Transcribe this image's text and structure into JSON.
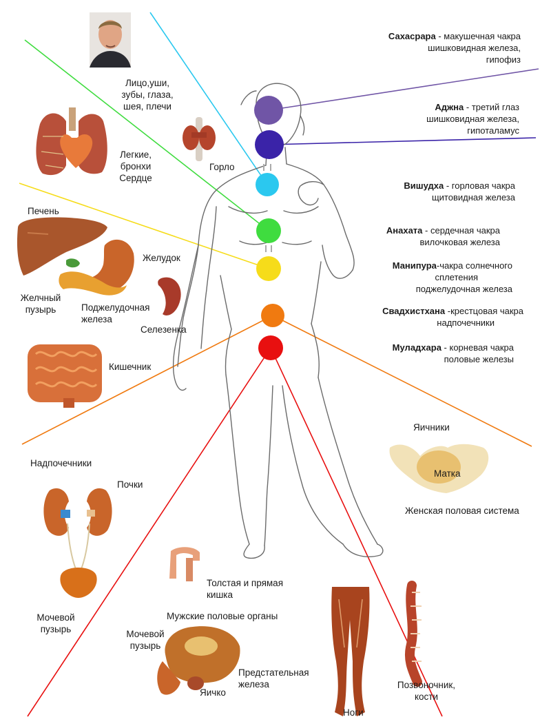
{
  "chakras": [
    {
      "name": "Сахасрара",
      "desc": " - макушечная чакра",
      "line2": "шишковидная железа,",
      "line3": "гипофиз",
      "color": "#7055a6"
    },
    {
      "name": "Аджна",
      "desc": " - третий глаз",
      "line2": "шишковидная железа,",
      "line3": "гипоталамус",
      "color": "#3a23a8"
    },
    {
      "name": "Вишудха",
      "desc": " - горловая чакра",
      "line2": "щитовидная железа",
      "line3": "",
      "color": "#2bc8ef"
    },
    {
      "name": "Анахата",
      "desc": " - сердечная чакра",
      "line2": "вилочковая железа",
      "line3": "",
      "color": "#3fdc3f"
    },
    {
      "name": "Манипура",
      "desc": "-чакра солнечного",
      "line2": "сплетения",
      "line3": "поджелудочная железа",
      "color": "#f6dc1a"
    },
    {
      "name": "Свадхистхана",
      "desc": " -крестцовая чакра",
      "line2": "надпочечники",
      "line3": "",
      "color": "#f07a10"
    },
    {
      "name": "Муладхара",
      "desc": " - корневая чакра",
      "line2": "половые железы",
      "line3": "",
      "color": "#e81010"
    }
  ],
  "labels": {
    "face": [
      "Лицо,уши,",
      "зубы, глаза,",
      "шея, плечи"
    ],
    "lungs": [
      "Легкие,",
      "бронхи",
      "Сердце"
    ],
    "throat": "Горло",
    "liver": "Печень",
    "stomach": "Желудок",
    "gallbladder": [
      "Желчный",
      "пузырь"
    ],
    "pancreas": [
      "Поджелудочная",
      "железа"
    ],
    "spleen": "Селезенка",
    "intestine": "Кишечник",
    "adrenals": "Надпочечники",
    "kidneys": "Почки",
    "bladder": [
      "Мочевой",
      "пузырь"
    ],
    "colon": [
      "Толстая и прямая",
      "кишка"
    ],
    "male_title": "Мужские половые органы",
    "male_bladder": [
      "Мочевой",
      "пузырь"
    ],
    "prostate": [
      "Предстательная",
      "железа"
    ],
    "testicle": "Яичко",
    "legs": "Ноги",
    "spine": [
      "Позвоночник,",
      "кости"
    ],
    "ovaries": "Яичники",
    "uterus": "Матка",
    "female": "Женская половая система"
  },
  "colors": {
    "violet": "#7055a6",
    "indigo": "#3a23a8",
    "blue": "#2bc8ef",
    "green": "#3fdc3f",
    "yellow": "#f6dc1a",
    "orange": "#f07a10",
    "red": "#e81010",
    "organ": "#c9652a"
  },
  "icons": [
    "portrait-photo",
    "thyroid-icon",
    "lungs-heart-icon",
    "liver-icon",
    "stomach-icon",
    "spleen-icon",
    "intestine-icon",
    "kidneys-icon",
    "bladder-icon",
    "colon-icon",
    "male-organs-icon",
    "legs-muscles-icon",
    "spine-icon",
    "female-organs-icon"
  ]
}
